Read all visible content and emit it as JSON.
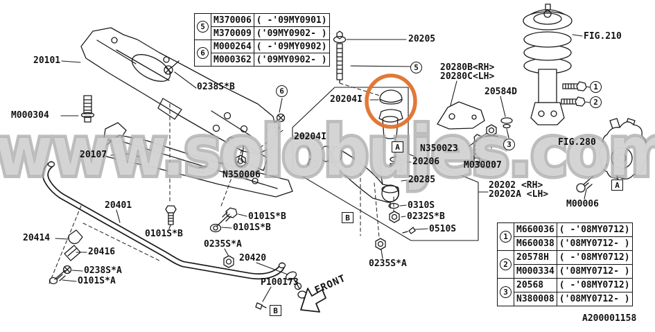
{
  "watermark": {
    "text": "www.solobujes.com"
  },
  "doc_number": "A200001158",
  "front_arrow": {
    "label": "FRONT"
  },
  "highlight": {
    "color": "#e0712d",
    "target": "20204I bushing"
  },
  "callouts": {
    "c1": "1",
    "c2": "2",
    "c3": "3",
    "c5": "5",
    "c6": "6"
  },
  "section_boxes": {
    "a": "A",
    "b": "B"
  },
  "labels": [
    {
      "text": "20101"
    },
    {
      "text": "M000304"
    },
    {
      "text": "0238S*B"
    },
    {
      "text": "20107"
    },
    {
      "text": "N350006"
    },
    {
      "text": "20401"
    },
    {
      "text": "20414"
    },
    {
      "text": "20416"
    },
    {
      "text": "0238S*A"
    },
    {
      "text": "O101S*A"
    },
    {
      "text": "0101S*B"
    },
    {
      "text": "0101S*B"
    },
    {
      "text": "0101S*B"
    },
    {
      "text": "0235S*A"
    },
    {
      "text": "20420"
    },
    {
      "text": "P100173"
    },
    {
      "text": "20205"
    },
    {
      "text": "20204I"
    },
    {
      "text": "20204I"
    },
    {
      "text": "20280B<RH>"
    },
    {
      "text": "20280C<LH>"
    },
    {
      "text": "20584D"
    },
    {
      "text": "FIG.210"
    },
    {
      "text": "FIG.280"
    },
    {
      "text": "M00006"
    },
    {
      "text": "N350023"
    },
    {
      "text": "M030007"
    },
    {
      "text": "20206"
    },
    {
      "text": "20285"
    },
    {
      "text": "0310S"
    },
    {
      "text": "0232S*B"
    },
    {
      "text": "0510S"
    },
    {
      "text": "20202 <RH>"
    },
    {
      "text": "20202A <LH>"
    },
    {
      "text": "0235S*A"
    }
  ],
  "tables": {
    "top": {
      "groups": [
        {
          "ref": "5",
          "rows": [
            {
              "part": "M370006",
              "range": "( -'09MY0901)"
            },
            {
              "part": "M370009",
              "range": "('09MY0902- )"
            }
          ]
        },
        {
          "ref": "6",
          "rows": [
            {
              "part": "M000264",
              "range": "( -'09MY0902)"
            },
            {
              "part": "M000362",
              "range": "('09MY0902- )"
            }
          ]
        }
      ]
    },
    "bottom": {
      "groups": [
        {
          "ref": "1",
          "rows": [
            {
              "part": "M660036",
              "range": "( -'08MY0712)"
            },
            {
              "part": "M660038",
              "range": "('08MY0712- )"
            }
          ]
        },
        {
          "ref": "2",
          "rows": [
            {
              "part": "20578H",
              "range": "( -'08MY0712)"
            },
            {
              "part": "M000334",
              "range": "('08MY0712- )"
            }
          ]
        },
        {
          "ref": "3",
          "rows": [
            {
              "part": "20568",
              "range": "( -'08MY0712)"
            },
            {
              "part": "N380008",
              "range": "('08MY0712- )"
            }
          ]
        }
      ]
    }
  }
}
